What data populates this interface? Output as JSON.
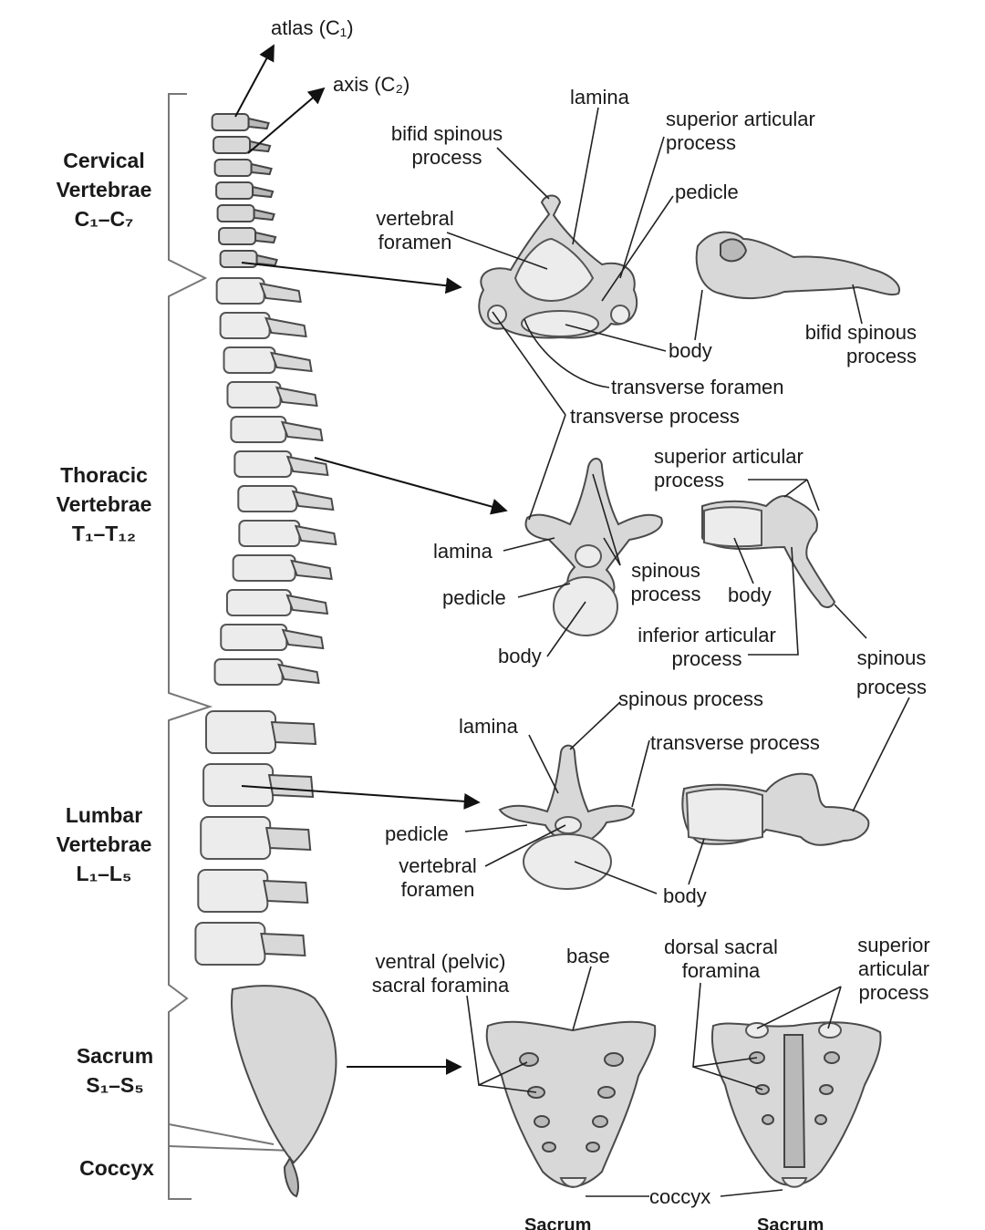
{
  "regions": {
    "cervical": {
      "line1": "Cervical",
      "line2": "Vertebrae",
      "line3": "C₁–C₇"
    },
    "thoracic": {
      "line1": "Thoracic",
      "line2": "Vertebrae",
      "line3": "T₁–T₁₂"
    },
    "lumbar": {
      "line1": "Lumbar",
      "line2": "Vertebrae",
      "line3": "L₁–L₅"
    },
    "sacrum": {
      "line1": "Sacrum",
      "line2": "S₁–S₅"
    },
    "coccyx": {
      "line1": "Coccyx"
    }
  },
  "column_labels": {
    "atlas": "atlas (C₁)",
    "axis": "axis (C₂)"
  },
  "cervical_labels": {
    "lamina": "lamina",
    "bifid_spinous_1": "bifid spinous",
    "bifid_spinous_2": "process",
    "superior_articular_1": "superior articular",
    "superior_articular_2": "process",
    "pedicle": "pedicle",
    "vertebral_foramen_1": "vertebral",
    "vertebral_foramen_2": "foramen",
    "body": "body",
    "bifid_spinous_side_1": "bifid spinous",
    "bifid_spinous_side_2": "process",
    "transverse_foramen": "transverse foramen",
    "transverse_process": "transverse process"
  },
  "thoracic_labels": {
    "superior_articular_1": "superior articular",
    "superior_articular_2": "process",
    "lamina": "lamina",
    "pedicle": "pedicle",
    "spinous_1": "spinous",
    "spinous_2": "process",
    "body_side": "body",
    "body": "body",
    "inferior_articular_1": "inferior articular",
    "inferior_articular_2": "process",
    "spinous_side_1": "spinous",
    "spinous_side_2": "process"
  },
  "lumbar_labels": {
    "spinous_process": "spinous process",
    "lamina": "lamina",
    "transverse_process": "transverse process",
    "pedicle": "pedicle",
    "vertebral_foramen_1": "vertebral",
    "vertebral_foramen_2": "foramen",
    "body": "body"
  },
  "sacrum_labels": {
    "ventral_1": "ventral (pelvic)",
    "ventral_2": "sacral foramina",
    "base": "base",
    "dorsal_1": "dorsal sacral",
    "dorsal_2": "foramina",
    "superior_articular_1": "superior",
    "superior_articular_2": "articular",
    "superior_articular_3": "process",
    "coccyx": "coccyx",
    "caption_left": "Sacrum",
    "caption_right": "Sacrum"
  }
}
